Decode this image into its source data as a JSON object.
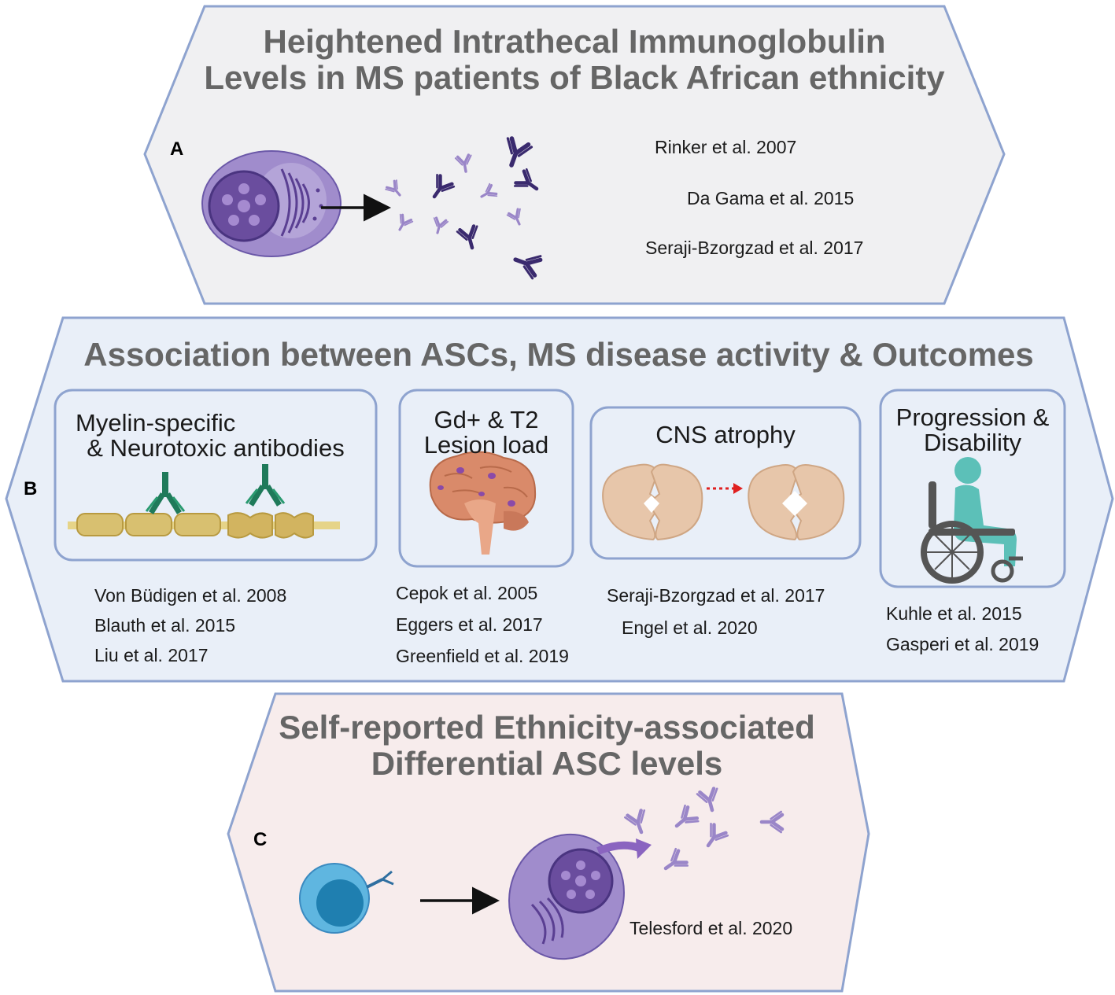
{
  "panel_a": {
    "label": "A",
    "title_line1": "Heightened Intrathecal Immunoglobulin",
    "title_line2": "Levels in MS patients of Black African ethnicity",
    "refs": [
      "Rinker et al. 2007",
      "Da Gama  et al. 2015",
      "Seraji-Bzorgzad  et al. 2017"
    ]
  },
  "panel_b": {
    "label": "B",
    "title": "Association between ASCs, MS disease activity & Outcomes",
    "boxes": [
      {
        "title_line1": "Myelin-specific",
        "title_line2": "& Neurotoxic antibodies",
        "refs": [
          "Von Büdigen  et al. 2008",
          "Blauth et al. 2015",
          "Liu  et al. 2017"
        ]
      },
      {
        "title_line1": "Gd+ & T2",
        "title_line2": "Lesion load",
        "refs": [
          "Cepok et al. 2005",
          "Eggers  et al. 2017",
          "Greenfield  et al. 2019"
        ]
      },
      {
        "title_line1": "CNS atrophy",
        "refs": [
          "Seraji-Bzorgzad  et al. 2017",
          "Engel  et al. 2020"
        ]
      },
      {
        "title_line1": "Progression &",
        "title_line2": "Disability",
        "refs": [
          "Kuhle et al. 2015",
          "Gasperi et al. 2019"
        ]
      }
    ]
  },
  "panel_c": {
    "label": "C",
    "title_line1": "Self-reported Ethnicity-associated",
    "title_line2": "Differential ASC levels",
    "refs": [
      "Telesford et al. 2020"
    ]
  },
  "colors": {
    "border": "#8ea3cf",
    "panel_a_fill": "#f0f0f2",
    "panel_b_fill": "#e9eff8",
    "panel_c_fill": "#f7ecec",
    "plasma_cell": "#a08ccc",
    "antibody_dark": "#3a2a6e",
    "antibody_light": "#9a86c8",
    "myelin": "#d8c070",
    "antibody_green": "#1f7a5a",
    "brain": "#d98a6a",
    "coronal_brain": "#e7c6aa",
    "wheelchair_person": "#5cc0b8",
    "b_cell": "#5fb6e0",
    "arrow_red": "#e02020"
  }
}
